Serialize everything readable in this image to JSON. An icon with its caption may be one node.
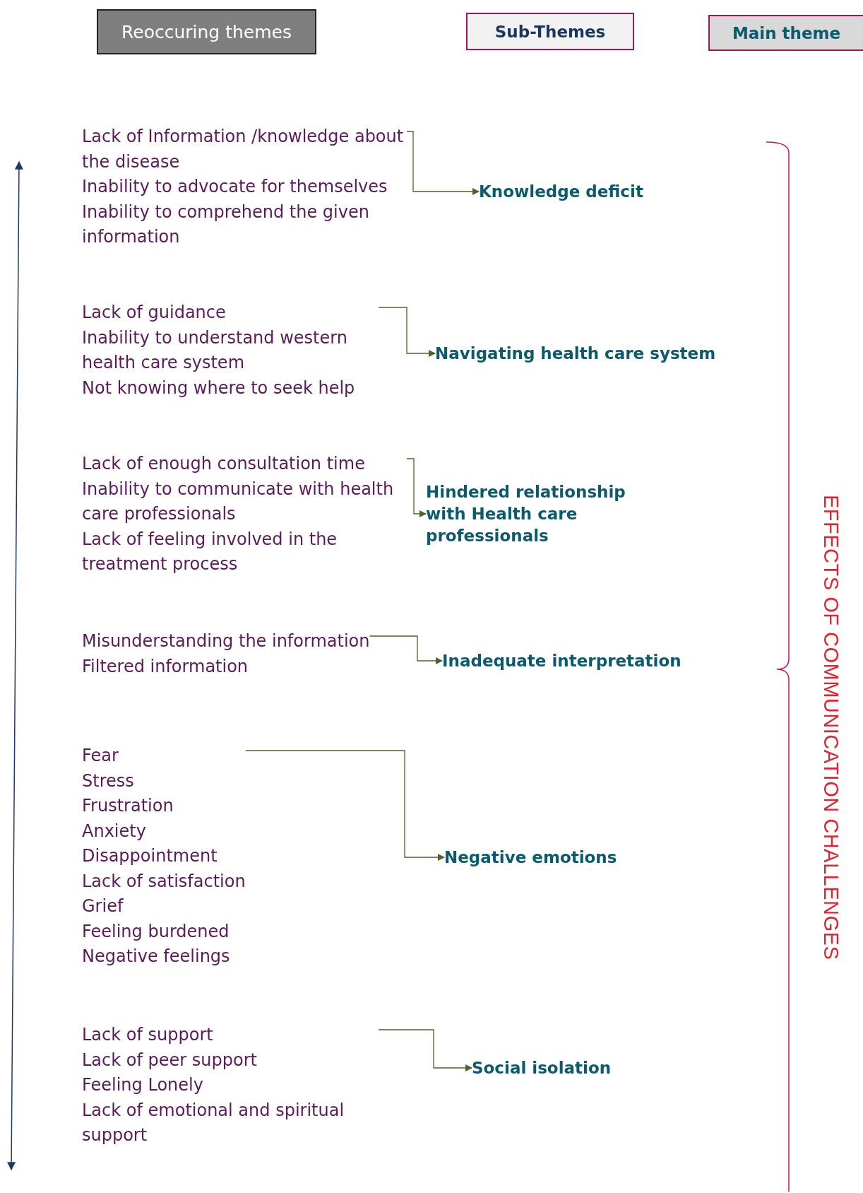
{
  "diagram": {
    "nodes": [
      {
        "text": [
          "Reoccuring themes"
        ]
      },
      {
        "text": [
          "Sub-Themes"
        ]
      },
      {
        "text": [
          "Main theme"
        ]
      },
      {
        "text": [
          "Lack of Information /knowledge about the disease",
          "Inability to advocate for themselves",
          "Inability to comprehend the given information"
        ]
      },
      {
        "text": [
          "Knowledge deficit"
        ]
      },
      {
        "text": [
          "Lack of guidance",
          "Inability to understand western health care system",
          "Not knowing where to seek help"
        ]
      },
      {
        "text": [
          "Navigating health care system"
        ]
      },
      {
        "text": [
          "Lack of enough consultation time",
          "Inability to communicate with health care professionals",
          "Lack of feeling involved in the treatment process"
        ]
      },
      {
        "text": [
          "Hindered relationship with Health care professionals"
        ]
      },
      {
        "text": [
          "Misunderstanding the information",
          "Filtered information"
        ]
      },
      {
        "text": [
          "Inadequate interpretation"
        ]
      },
      {
        "text": [
          "Fear",
          "Stress",
          "Frustration",
          "Anxiety",
          "Disappointment",
          "Lack of satisfaction",
          "Grief",
          "Feeling burdened",
          "Negative feelings"
        ]
      },
      {
        "text": [
          "Negative emotions"
        ]
      },
      {
        "text": [
          "Lack of support",
          "Lack of peer support",
          "Feeling Lonely",
          "Lack of emotional and spiritual support"
        ]
      },
      {
        "text": [
          "Social isolation"
        ]
      },
      {
        "text": [
          "EFFECTS OF COMMUNICATION CHALLENGES"
        ]
      }
    ],
    "edges": [
      {
        "from": 3,
        "to": 4,
        "arrow": "to"
      },
      {
        "from": 5,
        "to": 6,
        "arrow": "to"
      },
      {
        "from": 7,
        "to": 8,
        "arrow": "to"
      },
      {
        "from": 9,
        "to": 10,
        "arrow": "to"
      },
      {
        "from": 11,
        "to": 12,
        "arrow": "to"
      },
      {
        "from": 13,
        "to": 14,
        "arrow": "to"
      }
    ]
  }
}
